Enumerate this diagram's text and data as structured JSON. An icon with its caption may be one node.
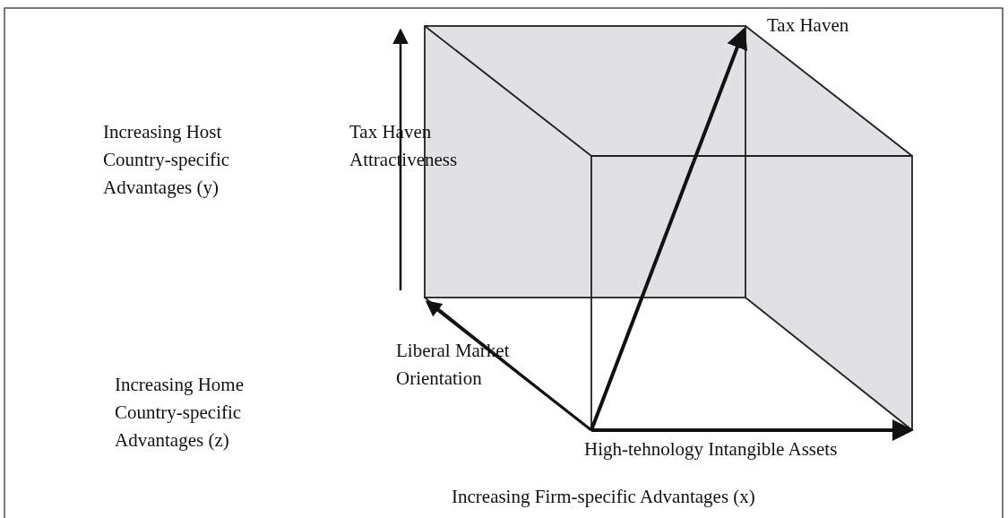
{
  "diagram": {
    "labels": [
      "Tax Haven",
      "Increasing Host Country-specific Advantages (y)",
      "Tax Haven Attractiveness",
      "Liberal Market Orientation",
      "Increasing Home Country-specific Advantages (z)",
      "High-tehnology Intangible Assets",
      "Increasing Firm-specific Advantages (x)"
    ]
  }
}
